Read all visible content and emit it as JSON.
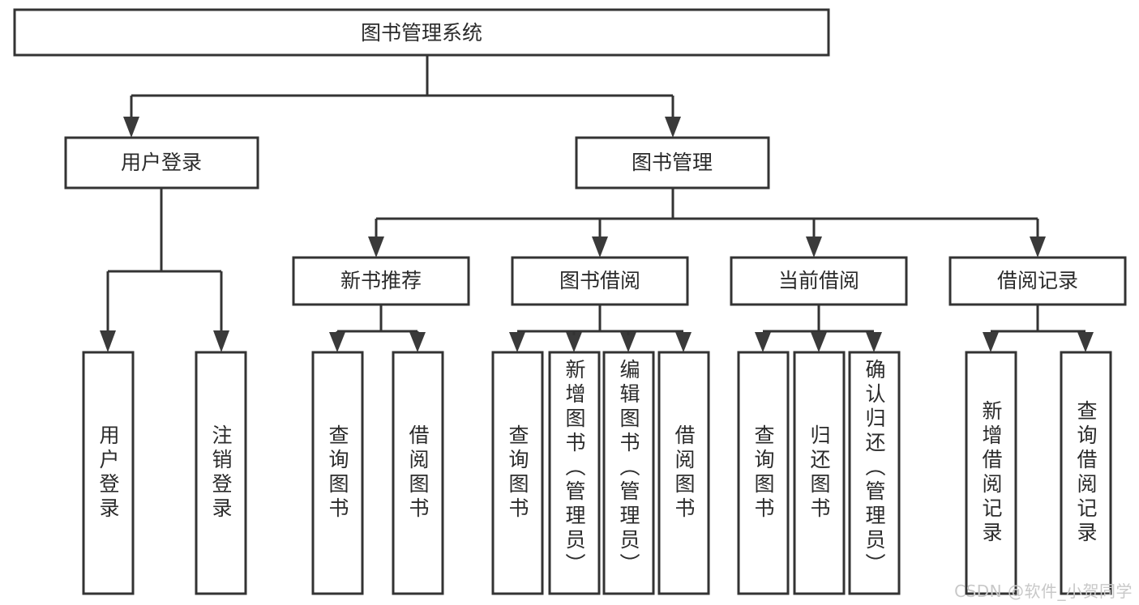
{
  "diagram": {
    "type": "tree",
    "title": "图书管理系统",
    "watermark": "CSDN @软件_小贺同学",
    "colors": {
      "stroke": "#333333",
      "fill": "#ffffff",
      "text": "#2b2b2b",
      "watermark": "#c8c8c8"
    },
    "levels": {
      "root": {
        "label": "图书管理系统"
      },
      "level2": [
        {
          "label": "用户登录"
        },
        {
          "label": "图书管理"
        }
      ],
      "level3": [
        {
          "label": "新书推荐"
        },
        {
          "label": "图书借阅"
        },
        {
          "label": "当前借阅"
        },
        {
          "label": "借阅记录"
        }
      ],
      "leaves": {
        "user_login": [
          {
            "label": "用户登录"
          },
          {
            "label": "注销登录"
          }
        ],
        "new_book_recommend": [
          {
            "label": "查询图书"
          },
          {
            "label": "借阅图书"
          }
        ],
        "book_borrow": [
          {
            "label": "查询图书"
          },
          {
            "label": "新增图书（管理员）"
          },
          {
            "label": "编辑图书（管理员）"
          },
          {
            "label": "借阅图书"
          }
        ],
        "current_borrow": [
          {
            "label": "查询图书"
          },
          {
            "label": "归还图书"
          },
          {
            "label": "确认归还（管理员）"
          }
        ],
        "borrow_record": [
          {
            "label": "新增借阅记录"
          },
          {
            "label": "查询借阅记录"
          }
        ]
      }
    }
  }
}
